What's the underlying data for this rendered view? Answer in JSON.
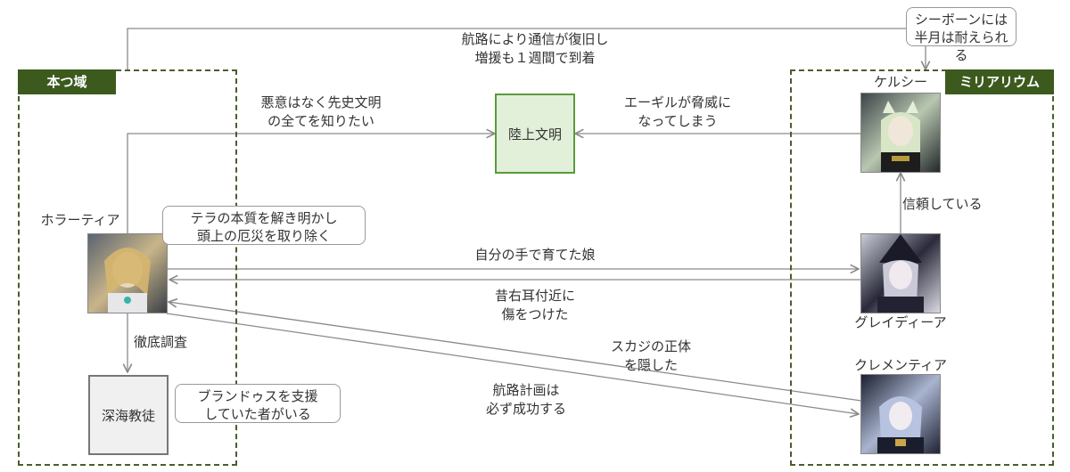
{
  "groups": {
    "hontsu": {
      "label": "本つ域"
    },
    "miliarium": {
      "label": "ミリアリウム"
    }
  },
  "nodes": {
    "land_civ": {
      "label": "陸上文明"
    },
    "deep_sea": {
      "label": "深海教徒"
    }
  },
  "characters": {
    "horatia": {
      "name": "ホラーティア"
    },
    "kelsey": {
      "name": "ケルシー"
    },
    "gladiia": {
      "name": "グレイディーア"
    },
    "clementia": {
      "name": "クレメンティア"
    }
  },
  "callouts": {
    "horatia": {
      "line1": "テラの本質を解き明かし",
      "line2": "頭上の厄災を取り除く"
    },
    "deep_sea": {
      "line1": "ブランドゥスを支援",
      "line2": "していた者がいる"
    },
    "kelsey": {
      "line1": "シーボーンには",
      "line2": "半月は耐えられる"
    }
  },
  "edge_labels": {
    "top": {
      "line1": "航路により通信が復旧し",
      "line2": "増援も１週間で到着"
    },
    "horatia_land": {
      "line1": "悪意はなく先史文明",
      "line2": "の全てを知りたい"
    },
    "kelsey_land": {
      "line1": "エーギルが脅威に",
      "line2": "なってしまう"
    },
    "gladiia_kelsey": {
      "line1": "信頼している"
    },
    "horatia_gladiia": {
      "line1": "自分の手で育てた娘"
    },
    "gladiia_horatia": {
      "line1": "昔右耳付近に",
      "line2": "傷をつけた"
    },
    "horatia_deep": {
      "line1": "徹底調査"
    },
    "clementia_horatia": {
      "line1": "スカジの正体",
      "line2": "を隠した"
    },
    "horatia_clementia": {
      "line1": "航路計画は",
      "line2": "必ず成功する"
    }
  },
  "colors": {
    "group_border": "#4a5e2c",
    "group_label_bg": "#3c5a1e",
    "land_fill": "#e2efd9",
    "land_border": "#5a9a3c",
    "deep_fill": "#f0f0f0",
    "deep_border": "#777777",
    "edge": "#8a8a8a"
  }
}
